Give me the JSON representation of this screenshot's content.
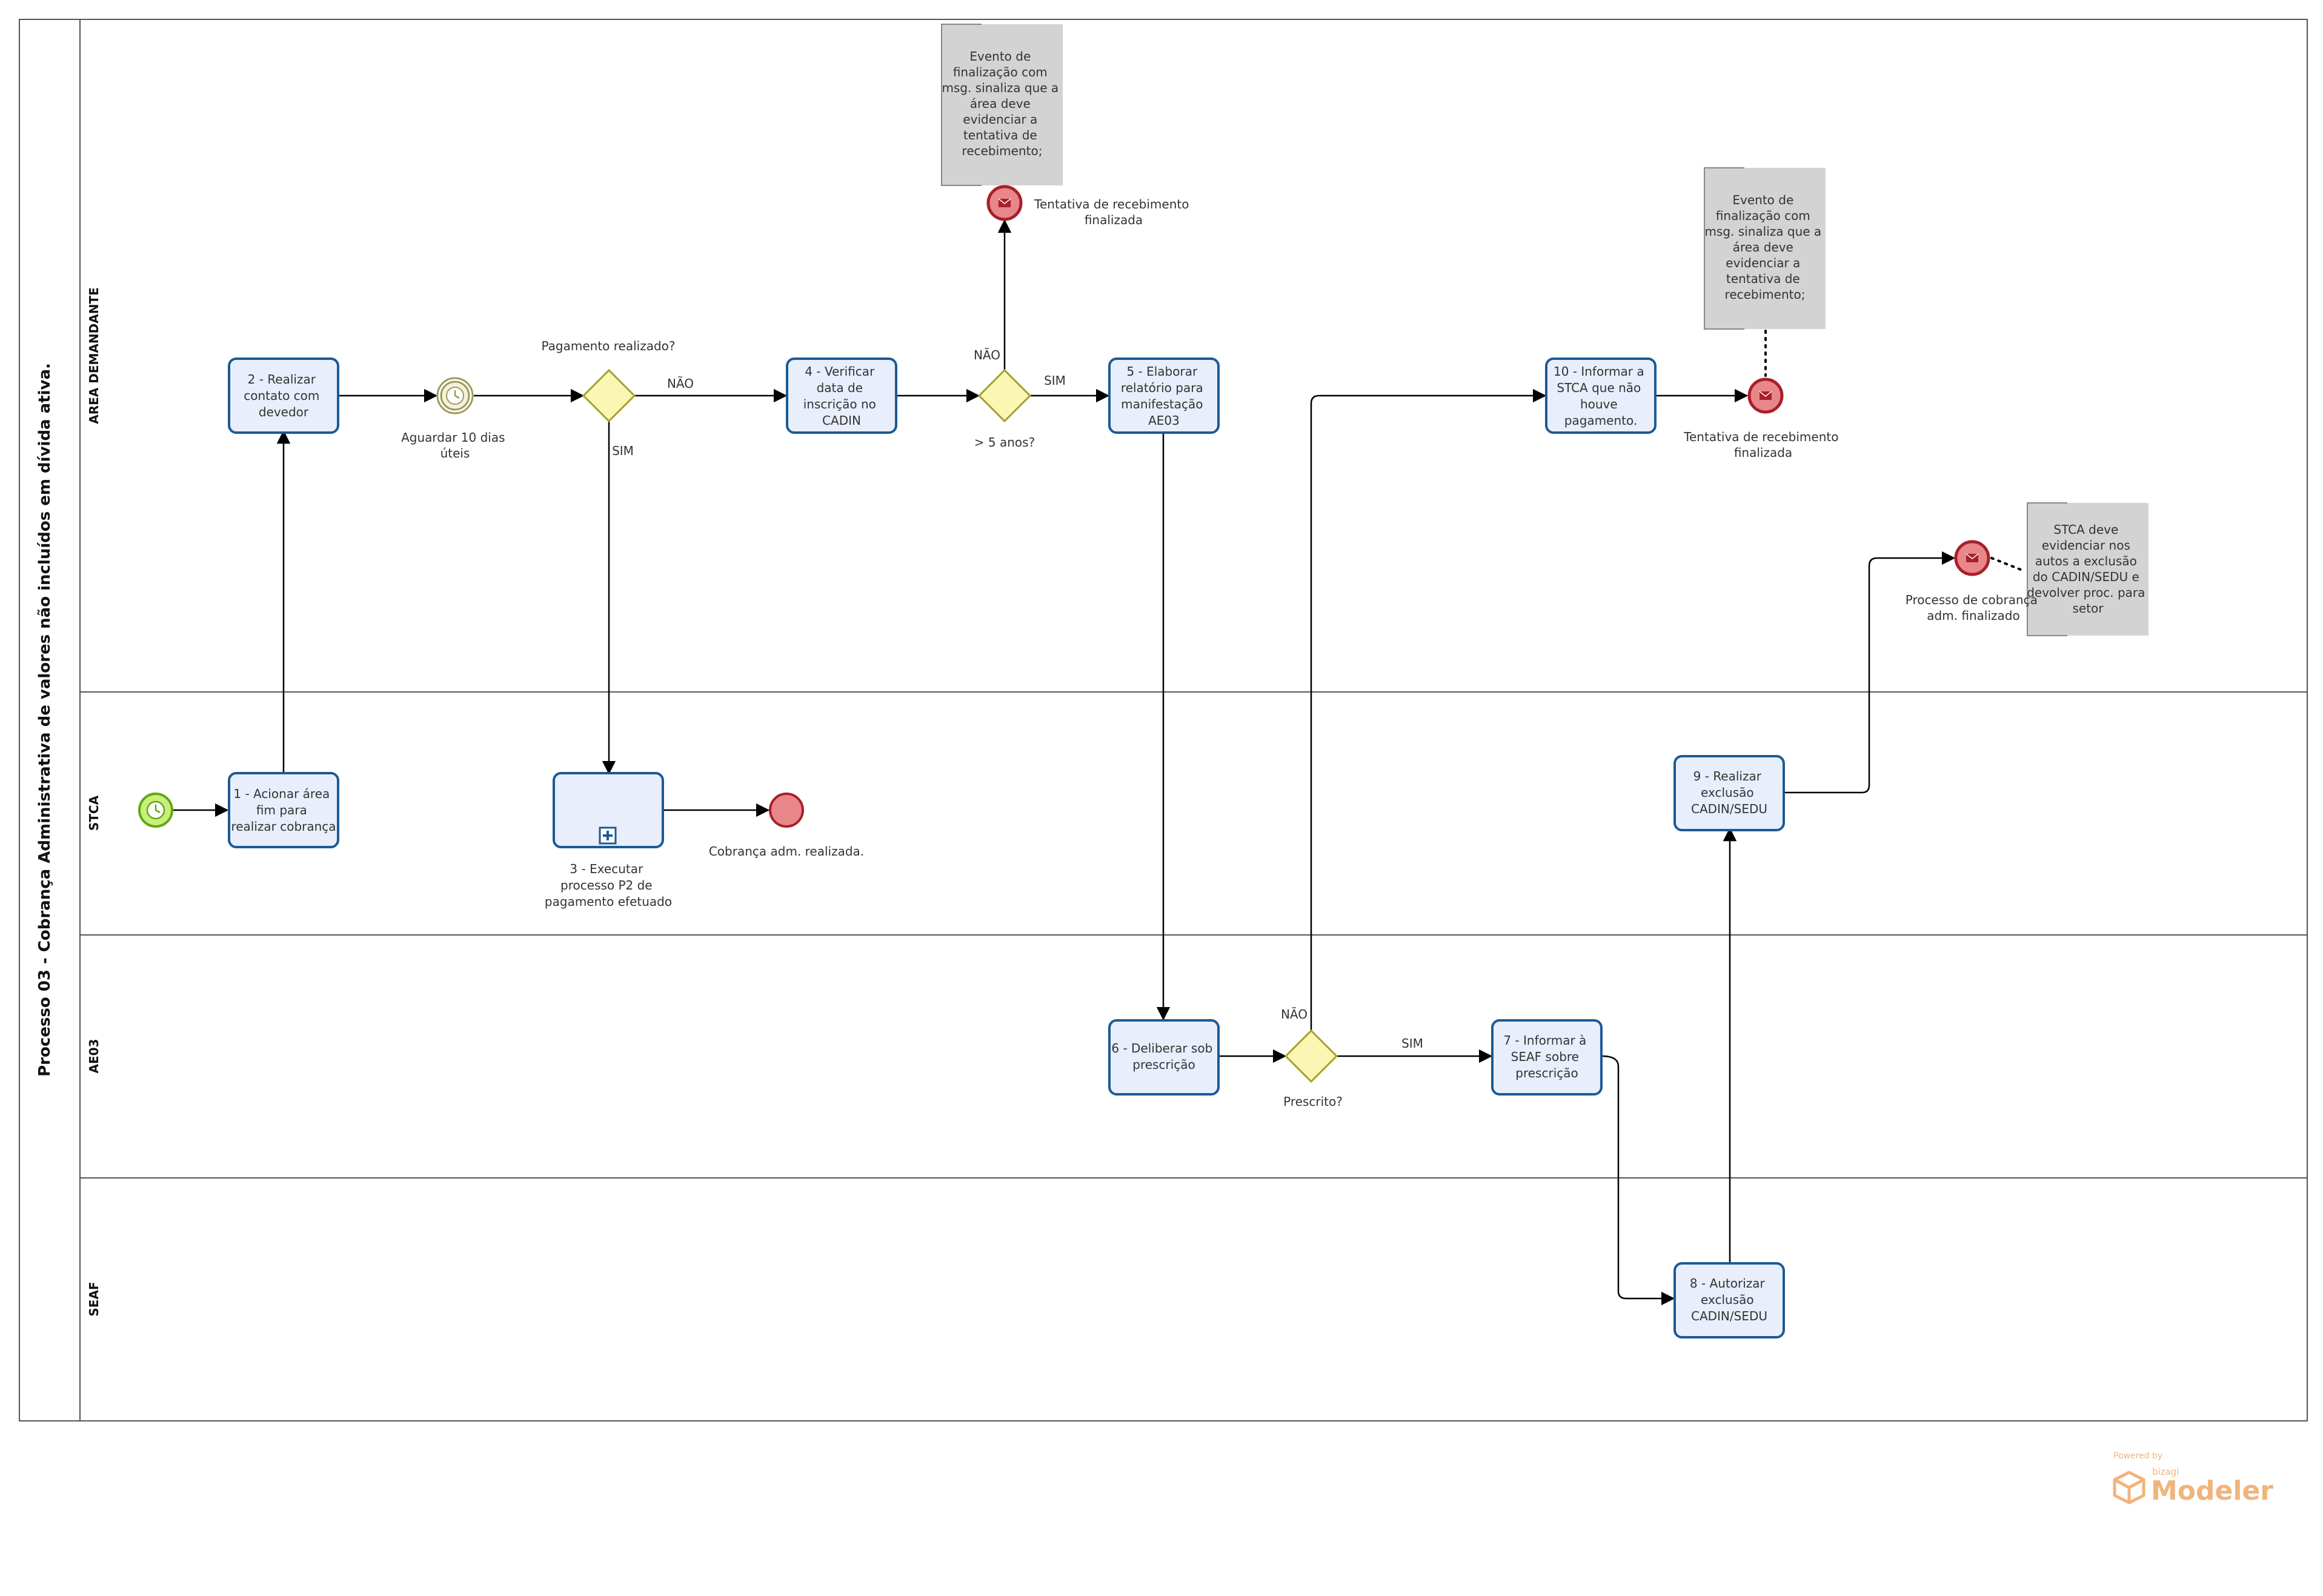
{
  "pool": {
    "title": "Processo 03 - Cobrança Administrativa de valores não incluídos em dívida ativa.",
    "lanes": [
      "AREA DEMANDANTE",
      "STCA",
      "AE03",
      "SEAF"
    ]
  },
  "tasks": {
    "t1": [
      "1 - Acionar área",
      "fim para",
      "realizar cobrança"
    ],
    "t2": [
      "2 - Realizar",
      "contato com",
      "devedor"
    ],
    "t4": [
      "4 - Verificar",
      "data de",
      "inscrição no",
      "CADIN"
    ],
    "t5": [
      "5 - Elaborar",
      "relatório para",
      "manifestação",
      "AE03"
    ],
    "t6": [
      "6 - Deliberar sob",
      "prescrição"
    ],
    "t7": [
      "7 - Informar à",
      "SEAF sobre",
      "prescrição"
    ],
    "t8": [
      "8 - Autorizar",
      "exclusão",
      "CADIN/SEDU"
    ],
    "t9": [
      "9 - Realizar",
      "exclusão",
      "CADIN/SEDU"
    ],
    "t10": [
      "10 - Informar a",
      "STCA que não",
      "houve",
      "pagamento."
    ]
  },
  "subprocess": {
    "label": [
      "3 -  Executar",
      "processo P2 de",
      "pagamento efetuado"
    ]
  },
  "events": {
    "timer_wait": [
      "Aguardar 10 dias",
      "úteis"
    ],
    "end_top": [
      "Tentativa de recebimento",
      "finalizada"
    ],
    "end_right": [
      "Tentativa de recebimento",
      "finalizada"
    ],
    "end_cobranca": [
      "Cobrança adm. realizada."
    ],
    "end_processo": [
      "Processo de cobrança",
      "adm. finalizado"
    ]
  },
  "gateways": {
    "g1": "Pagamento realizado?",
    "g2": "> 5 anos?",
    "g3": "Prescrito?"
  },
  "flow_labels": {
    "g1_no": "NÃO",
    "g1_yes": "SIM",
    "g2_no": "NÃO",
    "g2_yes": "SIM",
    "g3_no": "NÃO",
    "g3_yes": "SIM"
  },
  "annotations": {
    "a1": [
      "Evento de",
      "finalização com",
      "msg. sinaliza que a",
      "área deve",
      "evidenciar a",
      "tentativa de",
      "recebimento;"
    ],
    "a2": [
      "Evento de",
      "finalização com",
      "msg. sinaliza que a",
      "área deve",
      "evidenciar a",
      "tentativa de",
      "recebimento;"
    ],
    "a3": [
      "STCA deve",
      "evidenciar nos",
      "autos a exclusão",
      "do CADIN/SEDU e",
      "devolver proc. para",
      "setor"
    ]
  },
  "watermark": {
    "powered": "Powered by",
    "brand": "bizagi",
    "product": "Modeler"
  },
  "colors": {
    "task_fill": "#e8eefb",
    "task_stroke": "#1b5a94",
    "gateway_fill": "#faf7b4",
    "gateway_stroke": "#a3a12a",
    "start_fill": "#c7ef7a",
    "start_stroke": "#63a713",
    "end_fill": "#e8878a",
    "end_stroke": "#a8202a",
    "annotation_fill": "#d3d3d3",
    "watermark": "#f0b47c"
  }
}
